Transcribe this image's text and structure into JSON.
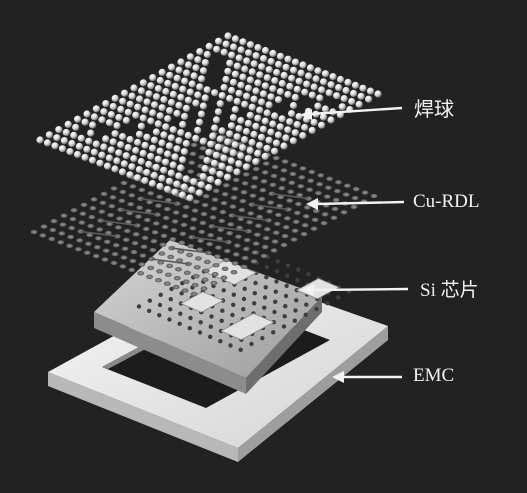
{
  "labels": {
    "solder_balls": "焊球",
    "cu_rdl": "Cu-RDL",
    "si_chip": "Si 芯片",
    "emc": "EMC"
  },
  "colors": {
    "background": "#222222",
    "ball_light": "#f4f4f4",
    "ball_dark": "#7a7a7a",
    "rdl": "#6b6b6b",
    "chip_surface": "#b9b9b9",
    "emc_frame": "#e8e8e8",
    "label_text": "#f2f2f2",
    "pointer": "#f2f2f2"
  }
}
